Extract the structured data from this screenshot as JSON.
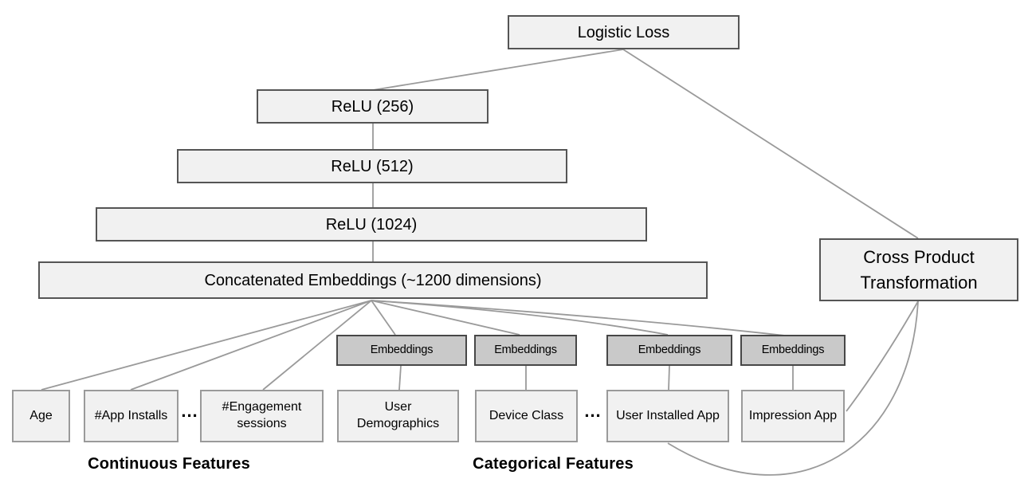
{
  "diagram": {
    "nodes": {
      "logistic_loss": "Logistic Loss",
      "relu_256": "ReLU (256)",
      "relu_512": "ReLU (512)",
      "relu_1024": "ReLU (1024)",
      "concatenated_embeddings": "Concatenated Embeddings (~1200 dimensions)",
      "cross_product_transformation": "Cross Product Transformation",
      "embeddings": "Embeddings"
    },
    "continuous_features": [
      "Age",
      "#App Installs",
      "#Engagement sessions"
    ],
    "categorical_features": [
      "User Demographics",
      "Device Class",
      "User Installed App",
      "Impression App"
    ],
    "ellipsis": "...",
    "group_labels": {
      "continuous": "Continuous Features",
      "categorical": "Categorical Features"
    }
  },
  "colors": {
    "box_fill": "#f1f1f1",
    "box_border": "#555555",
    "emb_fill": "#c9c9c9",
    "emb_border": "#474747",
    "feature_fill": "#f1f1f1",
    "feature_border": "#9a9a9a",
    "line_color": "#9a9a9a",
    "text_color": "#000000",
    "bg": "#ffffff"
  }
}
